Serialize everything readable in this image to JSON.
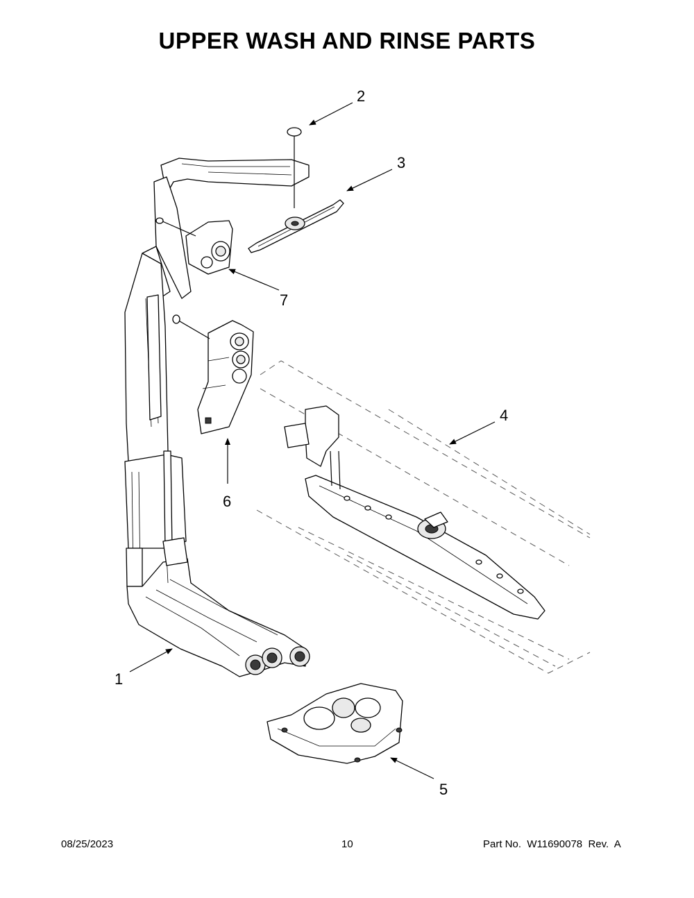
{
  "title": "UPPER WASH AND RINSE PARTS",
  "callouts": {
    "c1": "1",
    "c2": "2",
    "c3": "3",
    "c4": "4",
    "c5": "5",
    "c6": "6",
    "c7": "7"
  },
  "footer": {
    "date": "08/25/2023",
    "page": "10",
    "part": "Part No.  W11690078  Rev.  A"
  }
}
